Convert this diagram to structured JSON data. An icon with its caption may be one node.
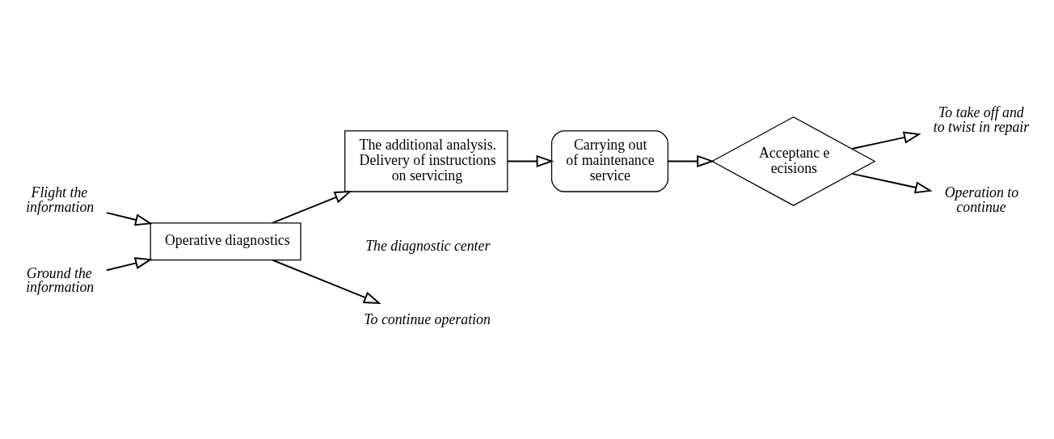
{
  "diagram": {
    "nodes": [
      {
        "text": [
          "Flight the information"
        ]
      },
      {
        "text": [
          "Ground the information"
        ]
      },
      {
        "text": [
          "Operative diagnostics"
        ]
      },
      {
        "text": [
          "The additional analysis. Delivery of instructions on servicing"
        ]
      },
      {
        "text": [
          "Carrying out of maintenance service"
        ]
      },
      {
        "text": [
          "Acceptanc e ecisions"
        ]
      },
      {
        "text": [
          "To continue operation"
        ]
      },
      {
        "text": [
          "To take off and to twist in repair"
        ]
      },
      {
        "text": [
          "Operation to continue"
        ]
      }
    ],
    "edges": [
      {
        "from": 0,
        "to": 2,
        "arrow": "to"
      },
      {
        "from": 1,
        "to": 2,
        "arrow": "to"
      },
      {
        "from": 2,
        "to": 6,
        "arrow": "to"
      },
      {
        "from": 2,
        "to": 3,
        "arrow": "to"
      },
      {
        "from": 3,
        "to": 4,
        "arrow": "to"
      },
      {
        "from": 4,
        "to": 5,
        "arrow": "to"
      },
      {
        "from": 5,
        "to": 7,
        "arrow": "to"
      },
      {
        "from": 5,
        "to": 8,
        "arrow": "to"
      }
    ],
    "labels": [
      "The diagnostic center"
    ]
  }
}
